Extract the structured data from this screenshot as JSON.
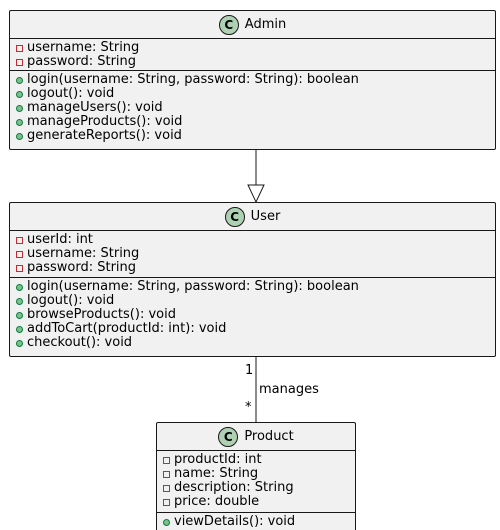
{
  "classes": {
    "admin": {
      "badge": "C",
      "name": "Admin",
      "attributes": [
        {
          "visibility": "private",
          "text": "username: String"
        },
        {
          "visibility": "private",
          "text": "password: String"
        }
      ],
      "methods": [
        {
          "visibility": "public",
          "text": "login(username: String, password: String): boolean"
        },
        {
          "visibility": "public",
          "text": "logout(): void"
        },
        {
          "visibility": "public",
          "text": "manageUsers(): void"
        },
        {
          "visibility": "public",
          "text": "manageProducts(): void"
        },
        {
          "visibility": "public",
          "text": "generateReports(): void"
        }
      ]
    },
    "user": {
      "badge": "C",
      "name": "User",
      "attributes": [
        {
          "visibility": "private",
          "text": "userId: int"
        },
        {
          "visibility": "private",
          "text": "username: String"
        },
        {
          "visibility": "private",
          "text": "password: String"
        }
      ],
      "methods": [
        {
          "visibility": "public",
          "text": "login(username: String, password: String): boolean"
        },
        {
          "visibility": "public",
          "text": "logout(): void"
        },
        {
          "visibility": "public",
          "text": "browseProducts(): void"
        },
        {
          "visibility": "public",
          "text": "addToCart(productId: int): void"
        },
        {
          "visibility": "public",
          "text": "checkout(): void"
        }
      ]
    },
    "product": {
      "badge": "C",
      "name": "Product",
      "attributes": [
        {
          "visibility": "private",
          "text": "productId: int"
        },
        {
          "visibility": "private",
          "text": "name: String"
        },
        {
          "visibility": "private",
          "text": "description: String"
        },
        {
          "visibility": "private",
          "text": "price: double"
        }
      ],
      "methods": [
        {
          "visibility": "public",
          "text": "viewDetails(): void"
        }
      ]
    }
  },
  "relations": {
    "inheritance": {
      "type": "generalization",
      "from": "Admin",
      "to": "User"
    },
    "association": {
      "type": "association",
      "from": "User",
      "to": "Product",
      "label": "manages",
      "source_multiplicity": "1",
      "target_multiplicity": "*"
    }
  },
  "colors": {
    "class_fill": "#f1f1f1",
    "border": "#181818",
    "badge_fill": "#add1b2",
    "private_marker": "#c82930",
    "public_marker": "#84be84"
  }
}
